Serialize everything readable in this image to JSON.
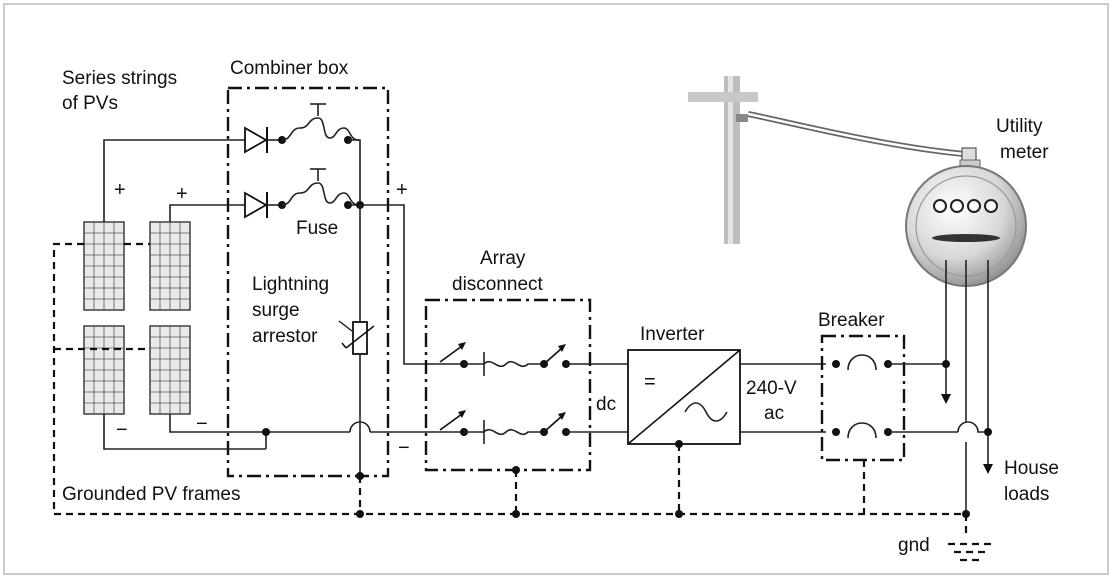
{
  "labels": {
    "series_strings": [
      "Series strings",
      "of PVs"
    ],
    "combiner_box": "Combiner box",
    "fuse": "Fuse",
    "lightning": [
      "Lightning",
      "surge",
      "arrestor"
    ],
    "array_disconnect": [
      "Array",
      "disconnect"
    ],
    "inverter": "Inverter",
    "dc": "dc",
    "ac": [
      "240-V",
      "ac"
    ],
    "breaker": "Breaker",
    "utility_meter": [
      "Utility",
      "meter"
    ],
    "house_loads": [
      "House",
      "loads"
    ],
    "grounded_frames": "Grounded PV frames",
    "gnd": "gnd",
    "plus": "+",
    "minus": "−",
    "equals": "="
  },
  "colors": {
    "line": "#222222",
    "frame": "#999999"
  }
}
